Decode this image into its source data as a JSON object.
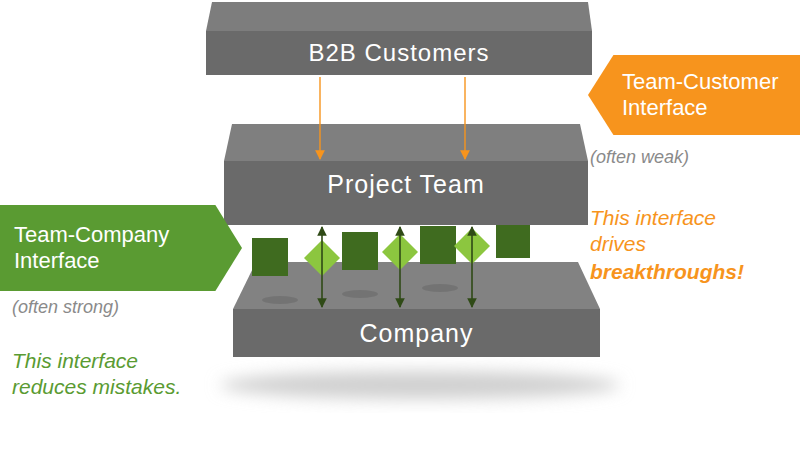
{
  "diagram": {
    "nodes": [
      {
        "text": [
          "B2B Customers"
        ]
      },
      {
        "text": [
          "Team-Customer Interface"
        ]
      },
      {
        "text": [
          "Project Team"
        ]
      },
      {
        "text": [
          "Team-Company Interface"
        ]
      },
      {
        "text": [
          "Company"
        ]
      }
    ],
    "edges": [
      {
        "from": 0,
        "to": 2,
        "arrow": "to"
      },
      {
        "from": 0,
        "to": 2,
        "arrow": "to"
      },
      {
        "from": 2,
        "to": 4,
        "arrow": "both"
      },
      {
        "from": 2,
        "to": 4,
        "arrow": "both"
      },
      {
        "from": 2,
        "to": 4,
        "arrow": "both"
      }
    ],
    "labels": [
      "(often weak)",
      "This interface drives",
      "breakthroughs!",
      "(often strong)",
      "This interface reduces mistakes."
    ]
  }
}
